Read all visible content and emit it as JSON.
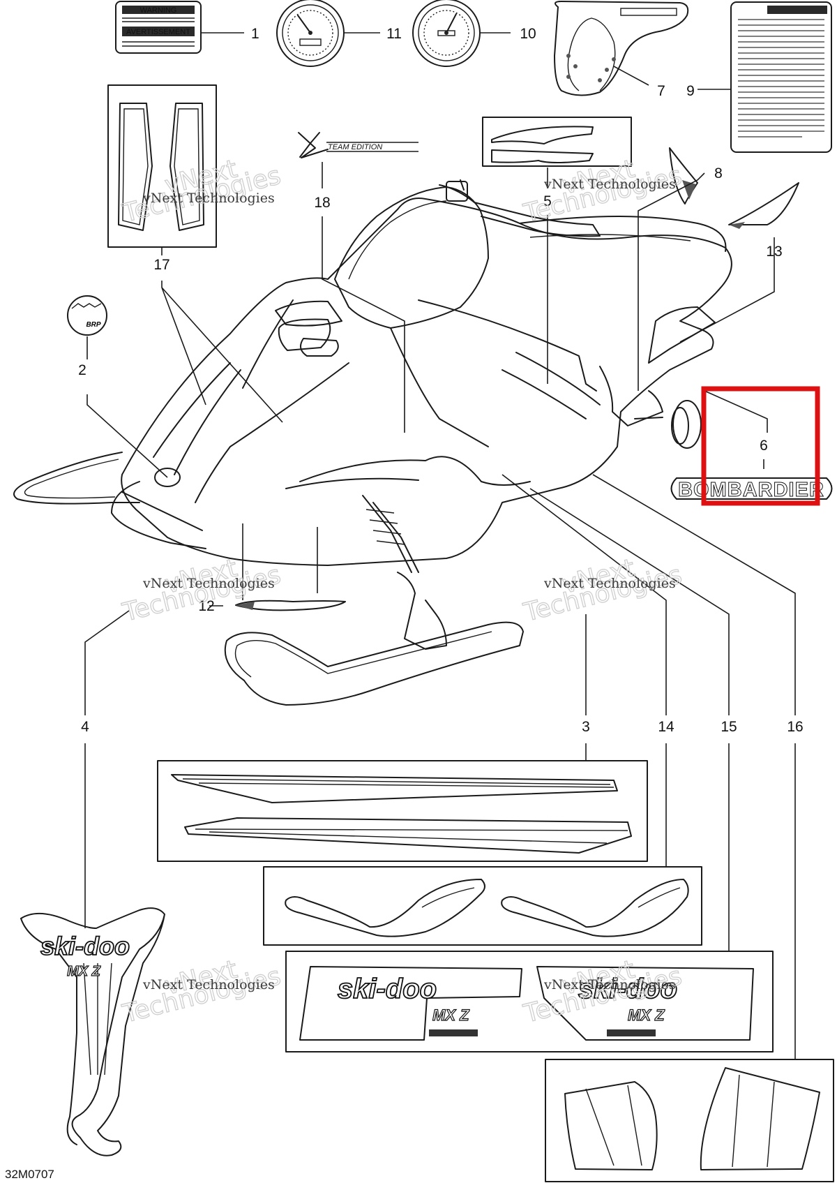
{
  "drawing_code": "32M0707",
  "watermark": {
    "line1": "vNext Technologies",
    "line2": "vNext",
    "line3": "Technologies"
  },
  "labels": {
    "warning_en": "WARNING",
    "warning_fr": "AVERTISSEMENT",
    "brp": "BRP",
    "bombardier": "BOMBARDIER",
    "x_edition": "TEAM EDITION",
    "skidoo": "ski-doo",
    "mxz": "MX Z"
  },
  "callouts": [
    "1",
    "2",
    "3",
    "4",
    "5",
    "6",
    "7",
    "8",
    "9",
    "10",
    "11",
    "12",
    "13",
    "14",
    "15",
    "16",
    "17",
    "18"
  ],
  "highlight": {
    "callout": "6",
    "color": "#dd1111"
  },
  "colors": {
    "ink": "#1a1a1a",
    "highlight": "#dd1111",
    "watermark_outline": "#cfcfcf"
  }
}
